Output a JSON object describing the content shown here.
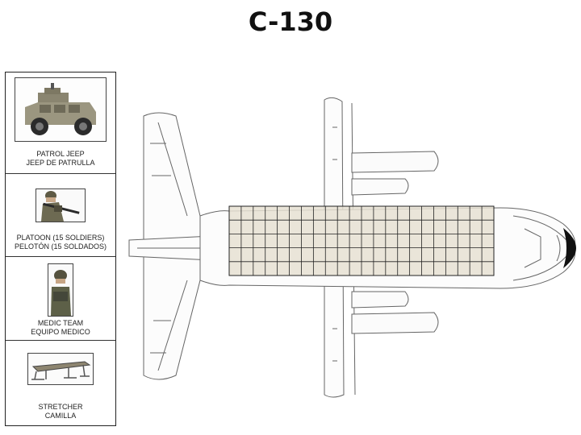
{
  "title": "C-130",
  "legend": [
    {
      "line1": "PATROL JEEP",
      "line2": "JEEP DE PATRULLA",
      "icon": "jeep-image"
    },
    {
      "line1": "PLATOON (15 SOLDIERS)",
      "line2": "PELOTÓN (15 SOLDADOS)",
      "icon": "soldier-image"
    },
    {
      "line1": "MEDIC TEAM",
      "line2": "EQUIPO MEDICO",
      "icon": "medic-image"
    },
    {
      "line1": "STRETCHER",
      "line2": "CAMILLA",
      "icon": "stretcher-image"
    }
  ],
  "cargo_grid": {
    "columns": 22,
    "rows": 5
  },
  "colors": {
    "grid_fill": "#e6e0d2",
    "grid_line": "#222222",
    "outline": "#555555"
  }
}
